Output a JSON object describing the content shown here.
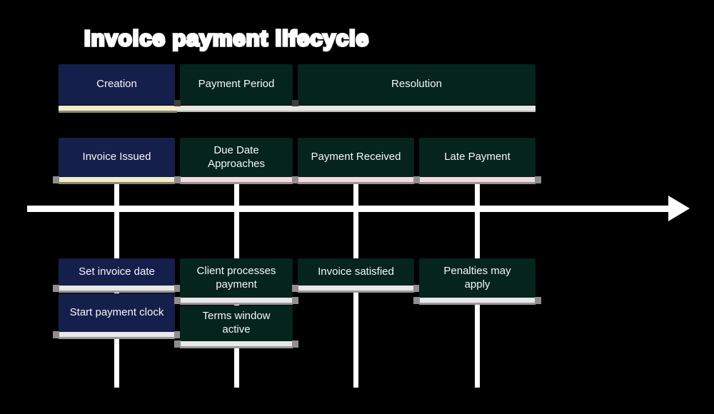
{
  "title": "Invoice payment lifecycle",
  "colors": {
    "background": "#000000",
    "navy_box": "#141f4b",
    "green_box": "#04241c",
    "cream_strip": "#f2ecca",
    "pink_strip": "#f3dbdf",
    "white_strip": "#e9e7e7",
    "connector": "#ffffff",
    "text": "#f7f7f7"
  },
  "phases": [
    {
      "label": "Creation"
    },
    {
      "label": "Payment Period"
    },
    {
      "label": "Resolution"
    }
  ],
  "events": [
    {
      "label": "Invoice Issued"
    },
    {
      "label": "Due Date Approaches"
    },
    {
      "label": "Payment Received"
    },
    {
      "label": "Late Payment"
    }
  ],
  "details": [
    {
      "items": [
        "Set invoice date",
        "Start payment clock"
      ]
    },
    {
      "items": [
        "Client processes payment",
        "Terms window active"
      ]
    },
    {
      "items": [
        "Invoice satisfied"
      ]
    },
    {
      "items": [
        "Penalties may apply"
      ]
    }
  ]
}
